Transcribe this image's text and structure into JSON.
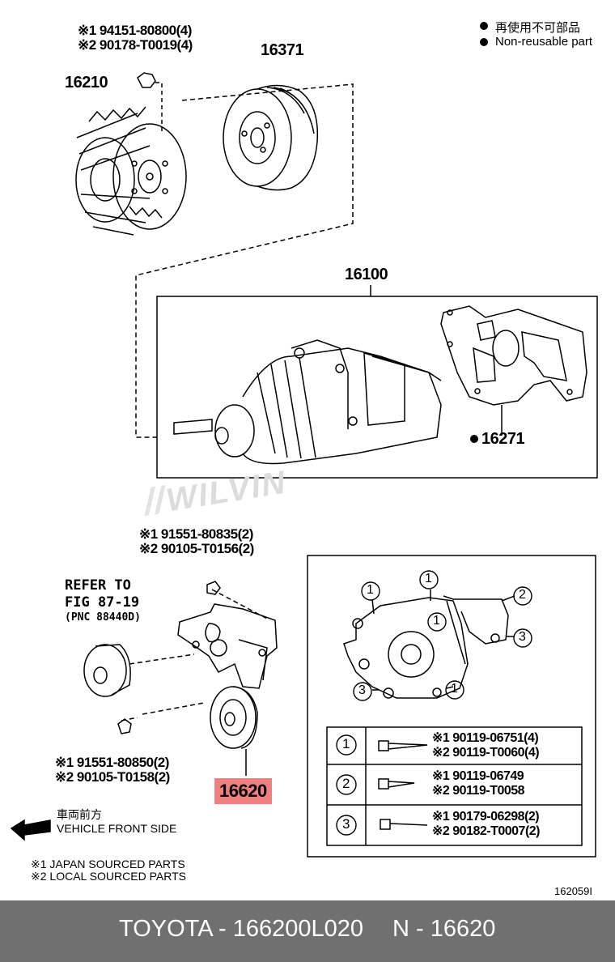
{
  "legend": {
    "jp": "再使用不可部品",
    "en": "Non-reusable part"
  },
  "parts": {
    "fan_clutch": "16210",
    "pulley": "16371",
    "water_pump": "16100",
    "gasket": "16271",
    "idler": "16620"
  },
  "bolts_top": {
    "line1": "※1 94151-80800(4)",
    "line2": "※2 90178-T0019(4)"
  },
  "bolts_mid": {
    "line1": "※1 91551-80835(2)",
    "line2": "※2 90105-T0156(2)"
  },
  "bolts_low": {
    "line1": "※1 91551-80850(2)",
    "line2": "※2 90105-T0158(2)"
  },
  "refer": {
    "line1": "REFER TO",
    "line2": "FIG 87-19",
    "line3": "(PNC 88440D)"
  },
  "front": {
    "jp": "車両前方",
    "en": "VEHICLE FRONT SIDE"
  },
  "notes": {
    "n1": "※1 JAPAN SOURCED PARTS",
    "n2": "※2 LOCAL SOURCED PARTS"
  },
  "markers": [
    "1",
    "2",
    "3"
  ],
  "table": [
    {
      "marker": "1",
      "a": "※1 90119-06751(4)",
      "b": "※2 90119-T0060(4)"
    },
    {
      "marker": "2",
      "a": "※1 90119-06749",
      "b": "※2 90119-T0058"
    },
    {
      "marker": "3",
      "a": "※1 90179-06298(2)",
      "b": "※2 90182-T0007(2)"
    }
  ],
  "figure_code": "162059I",
  "watermark": "WILVIN",
  "footer": {
    "left": "TOYOTA - 166200L020",
    "right": "N - 16620"
  },
  "colors": {
    "highlight": "#f08080",
    "footer_bg": "#707070"
  }
}
